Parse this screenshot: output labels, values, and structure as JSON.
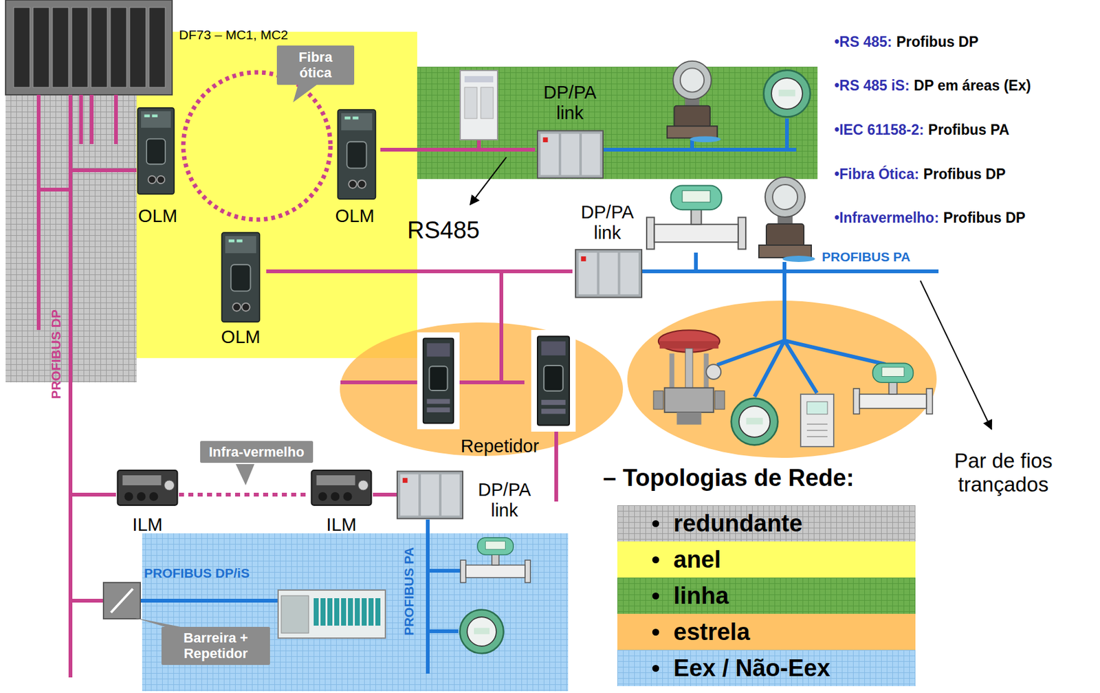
{
  "diagram": {
    "nodes": [
      {
        "text": [
          "DF73 – MC1, MC2"
        ]
      },
      {
        "text": [
          "Fibra ótica"
        ]
      },
      {
        "text": [
          "OLM"
        ]
      },
      {
        "text": [
          "OLM"
        ]
      },
      {
        "text": [
          "DP/PA link"
        ]
      },
      {
        "text": [
          "OLM"
        ]
      },
      {
        "text": [
          "DP/PA link"
        ]
      },
      {
        "text": [
          "Repetidor"
        ]
      },
      {
        "text": [
          "Infra-vermelho"
        ]
      },
      {
        "text": [
          "ILM"
        ]
      },
      {
        "text": [
          "ILM"
        ]
      },
      {
        "text": [
          "DP/PA link"
        ]
      },
      {
        "text": [
          "Barreira + Repetidor"
        ]
      }
    ],
    "edges": [
      {
        "from": 3,
        "to": 4,
        "arrow": "none"
      },
      {
        "from": 5,
        "to": 6,
        "arrow": "none"
      },
      {
        "from": 9,
        "to": 10,
        "arrow": "none"
      },
      {
        "from": 10,
        "to": 11,
        "arrow": "none"
      }
    ],
    "labels": [
      "RS485",
      "PROFIBUS PA",
      "Par de fios trançados",
      "•RS 485:",
      "Profibus DP",
      "•RS 485 iS:",
      "DP em áreas (Ex)",
      "•IEC 61158-2:",
      "Profibus PA",
      "•Fibra Ótica:",
      "Profibus DP",
      "•Infravermelho:",
      "Profibus DP",
      "PROFIBUS DP",
      "PROFIBUS DP/iS",
      "PROFIBUS PA",
      "– Topologias de Rede:"
    ],
    "legend": [
      {
        "text": "redundante",
        "color": "#c8c8c8"
      },
      {
        "text": "anel",
        "color": "#ffff66"
      },
      {
        "text": "linha",
        "color": "#6db04e"
      },
      {
        "text": "estrela",
        "color": "#ffc266"
      },
      {
        "text": "Eex / Não-Eex",
        "color": "#a9d4f6"
      }
    ]
  }
}
